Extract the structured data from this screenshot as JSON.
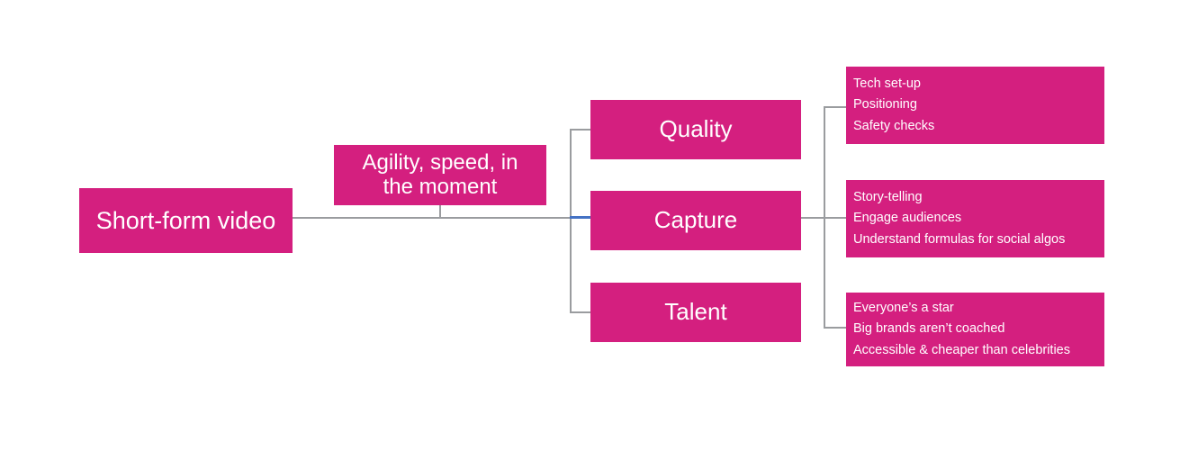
{
  "diagram": {
    "type": "horizontal-hierarchy-mindmap",
    "colors": {
      "node_fill": "#D41F7F",
      "node_text": "#FFFFFF",
      "connector": "#9A9C9F",
      "connector_selected": "#4472C4",
      "background": "#FFFFFF"
    },
    "root": {
      "label": "Short-form video"
    },
    "callout": {
      "label": "Agility, speed, in\nthe moment"
    },
    "branches": [
      {
        "label": "Quality",
        "details": [
          "Tech set-up",
          "Positioning",
          "Safety checks"
        ]
      },
      {
        "label": "Capture",
        "details": [
          "Story-telling",
          "Engage audiences",
          "Understand formulas for social algos"
        ]
      },
      {
        "label": "Talent",
        "details": [
          "Everyone’s a star",
          "Big brands aren’t coached",
          "Accessible & cheaper than celebrities"
        ]
      }
    ]
  }
}
